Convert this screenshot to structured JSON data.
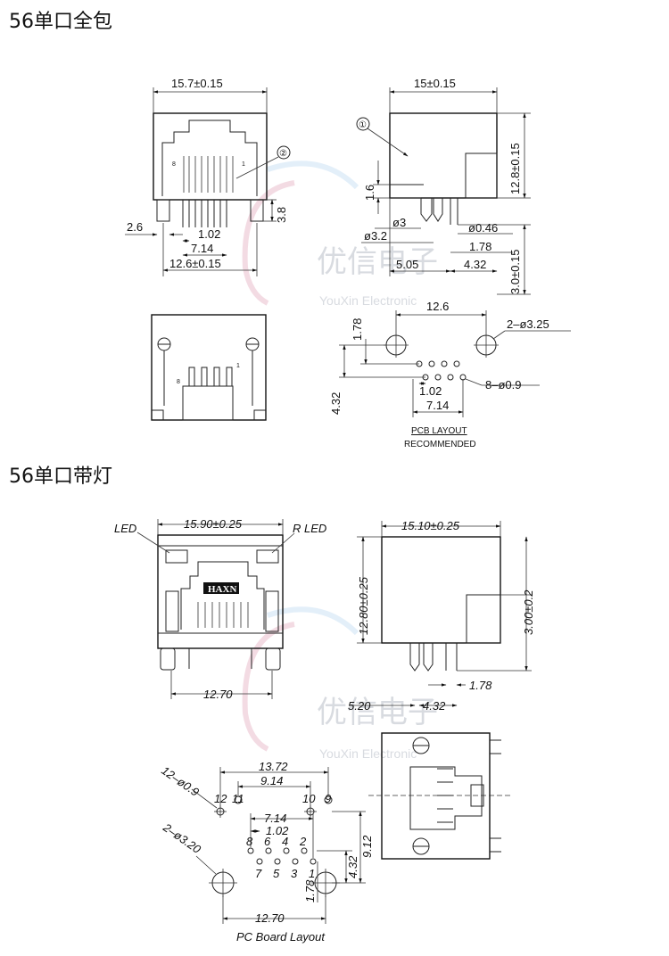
{
  "sections": [
    {
      "title": "56单口全包"
    },
    {
      "title": "56单口带灯"
    }
  ],
  "watermark": {
    "cn": "优信电子",
    "en": "YouXin Electronic"
  },
  "s1": {
    "front_top": "15.7±0.15",
    "front_d1": "2.6",
    "front_d2": "1.02",
    "front_d3": "7.14",
    "front_d4": "12.6±0.15",
    "front_d5": "3.8",
    "pin8": "8",
    "pin1": "1",
    "callout1": "①",
    "callout2": "②",
    "side_top": "15±0.15",
    "side_h1": "12.8±0.15",
    "side_h2": "3.0±0.15",
    "side_h3": "1.6",
    "side_d1": "ø3",
    "side_d2": "ø3.2",
    "side_d3": "ø0.46",
    "side_d4": "1.78",
    "side_d5": "5.05",
    "side_d6": "4.32",
    "pcb_d1": "12.6",
    "pcb_d2": "2–ø3.25",
    "pcb_d3": "1.78",
    "pcb_d4": "4.32",
    "pcb_d5": "1.02",
    "pcb_d6": "8–ø0.9",
    "pcb_d7": "7.14",
    "pcb_label1": "PCB LAYOUT",
    "pcb_label2": "RECOMMENDED"
  },
  "s2": {
    "led_l": "LED",
    "led_r": "R LED",
    "front_top": "15.90±0.25",
    "brand": "HAXN",
    "front_bottom": "12.70",
    "side_top": "15.10±0.25",
    "side_h1": "12.80±0.25",
    "side_h2": "3.00±0.2",
    "side_d1": "1.78",
    "side_d2": "5.20",
    "side_d3": "4.32",
    "pcb_d1": "13.72",
    "pcb_d2": "9.14",
    "pcb_d3": "12–ø0.9",
    "pcb_d4": "2–ø3.20",
    "pcb_d5": "7.14",
    "pcb_d6": "1.02",
    "pcb_d7": "9.12",
    "pcb_d8": "4.32",
    "pcb_d9": "1.78",
    "pcb_d10": "12.70",
    "pin_12": "12",
    "pin_11": "11",
    "pin_10": "10",
    "pin_9": "9",
    "pin_8": "8",
    "pin_6": "6",
    "pin_4": "4",
    "pin_2": "2",
    "pin_7": "7",
    "pin_5": "5",
    "pin_3": "3",
    "pin_1": "1",
    "pcb_label": "PC Board Layout"
  }
}
